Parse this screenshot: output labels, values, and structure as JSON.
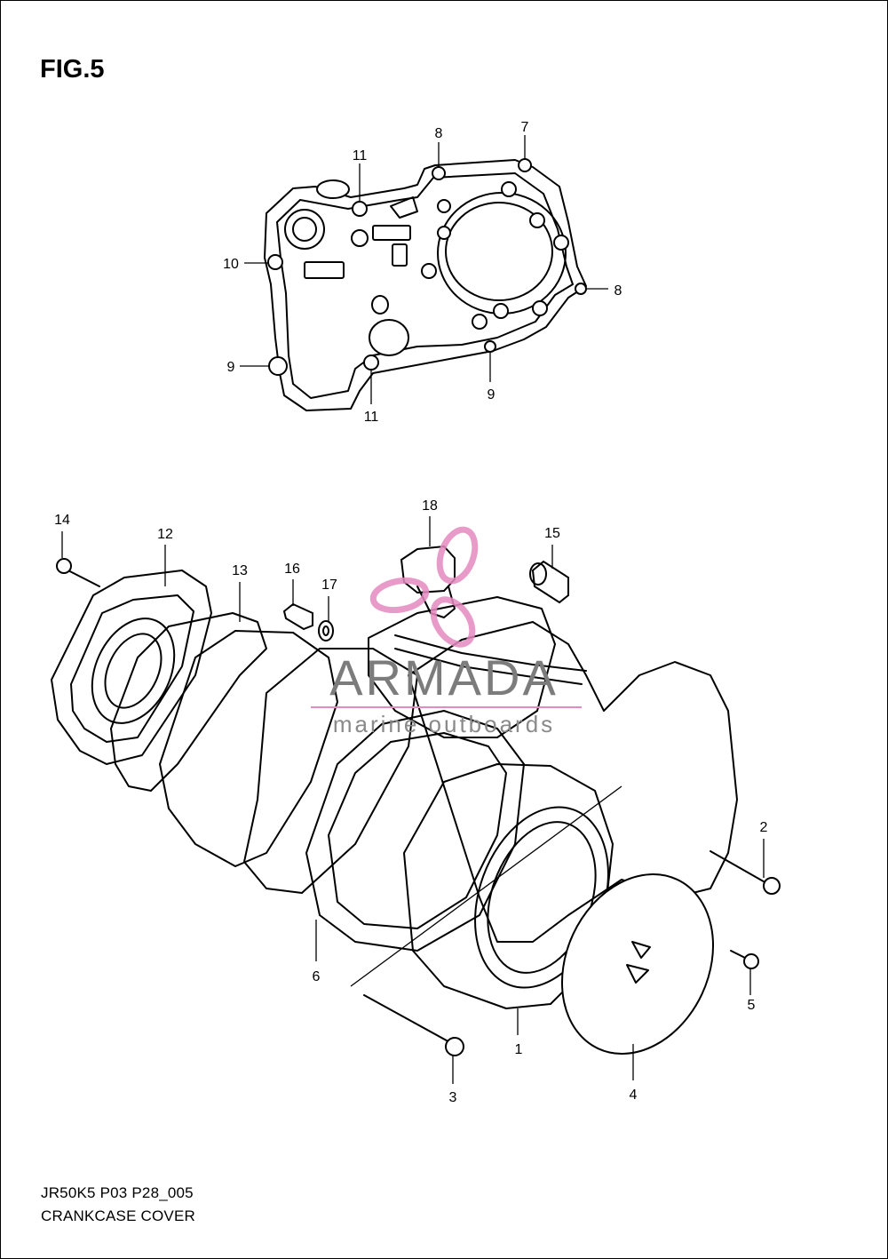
{
  "figure": {
    "title": "FIG.5"
  },
  "footer": {
    "code": "JR50K5 P03 P28_005",
    "name": "CRANKCASE COVER"
  },
  "watermark": {
    "brand": "ARMADA",
    "tagline": "marine outboards",
    "logo_color": "#e58ac0"
  },
  "gasket_callouts": [
    "8",
    "7",
    "11",
    "10",
    "8",
    "9",
    "11",
    "9"
  ],
  "assembly_callouts": [
    "14",
    "12",
    "13",
    "16",
    "17",
    "18",
    "15",
    "2",
    "6",
    "5",
    "1",
    "3",
    "4"
  ]
}
